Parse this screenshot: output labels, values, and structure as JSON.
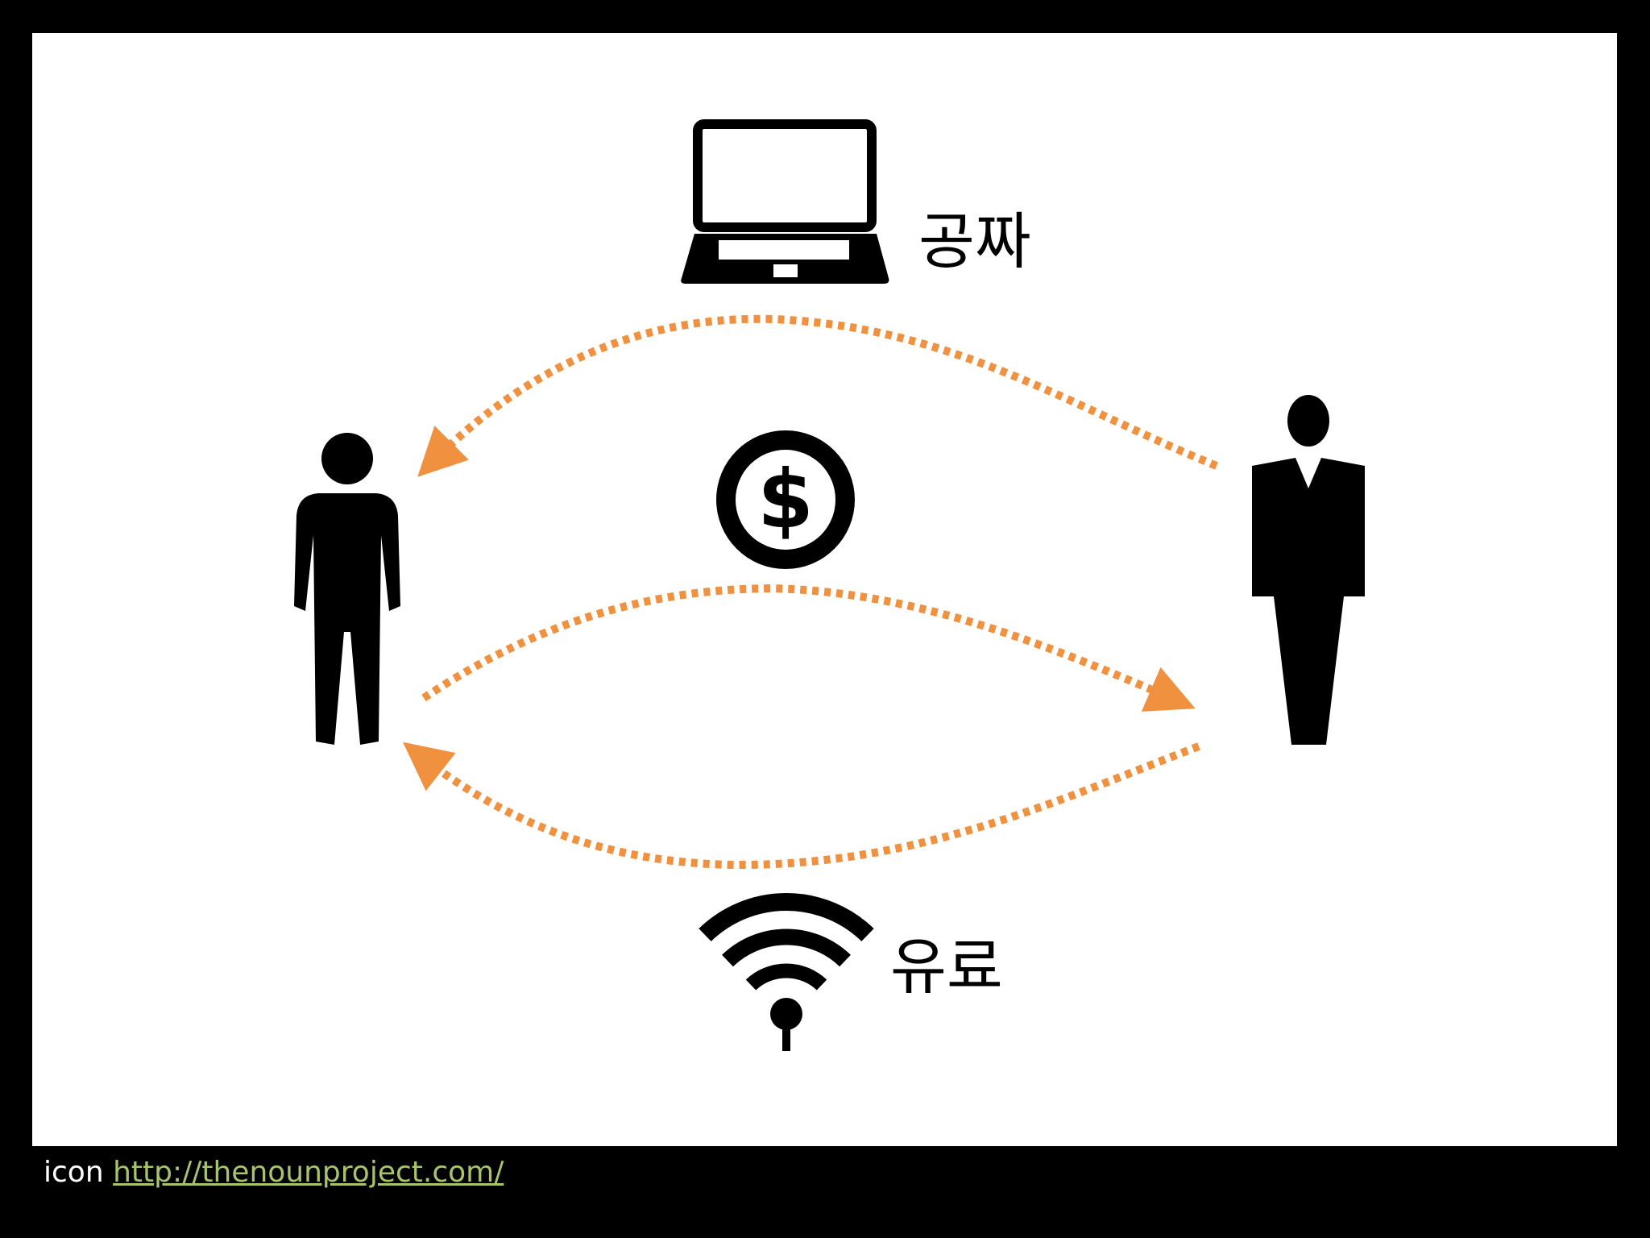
{
  "labels": {
    "free": "공짜",
    "paid": "유료"
  },
  "footer": {
    "prefix": "icon",
    "link_text": "http://thenounproject.com/"
  },
  "icons": [
    "laptop-icon",
    "dollar-coin-icon",
    "wifi-icon",
    "person-icon",
    "businessman-icon"
  ],
  "colors": {
    "background": "#000000",
    "slide": "#ffffff",
    "arrow": "#f0913f",
    "icon": "#000000",
    "link": "#a8c46a",
    "footer_text": "#ffffff"
  }
}
